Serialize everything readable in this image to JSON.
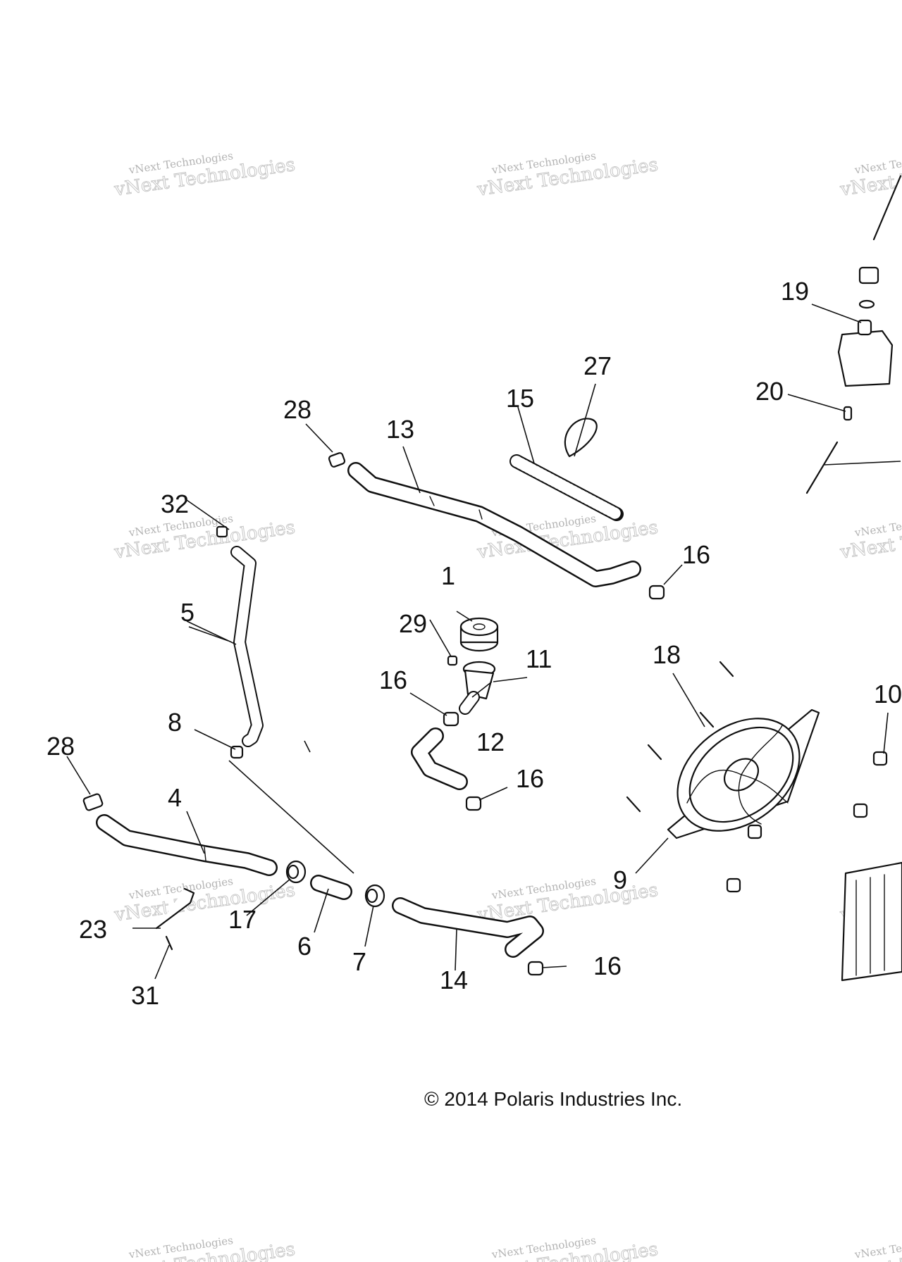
{
  "diagram": {
    "callouts": [
      "1",
      "4",
      "5",
      "6",
      "7",
      "8",
      "9",
      "10",
      "11",
      "12",
      "13",
      "14",
      "15",
      "16",
      "17",
      "18",
      "19",
      "20",
      "23",
      "27",
      "28",
      "29",
      "31",
      "32"
    ],
    "copyright": "© 2014 Polaris Industries Inc.",
    "watermark": {
      "line1": "vNext Technologies",
      "line2": "vNext Technologies"
    }
  }
}
